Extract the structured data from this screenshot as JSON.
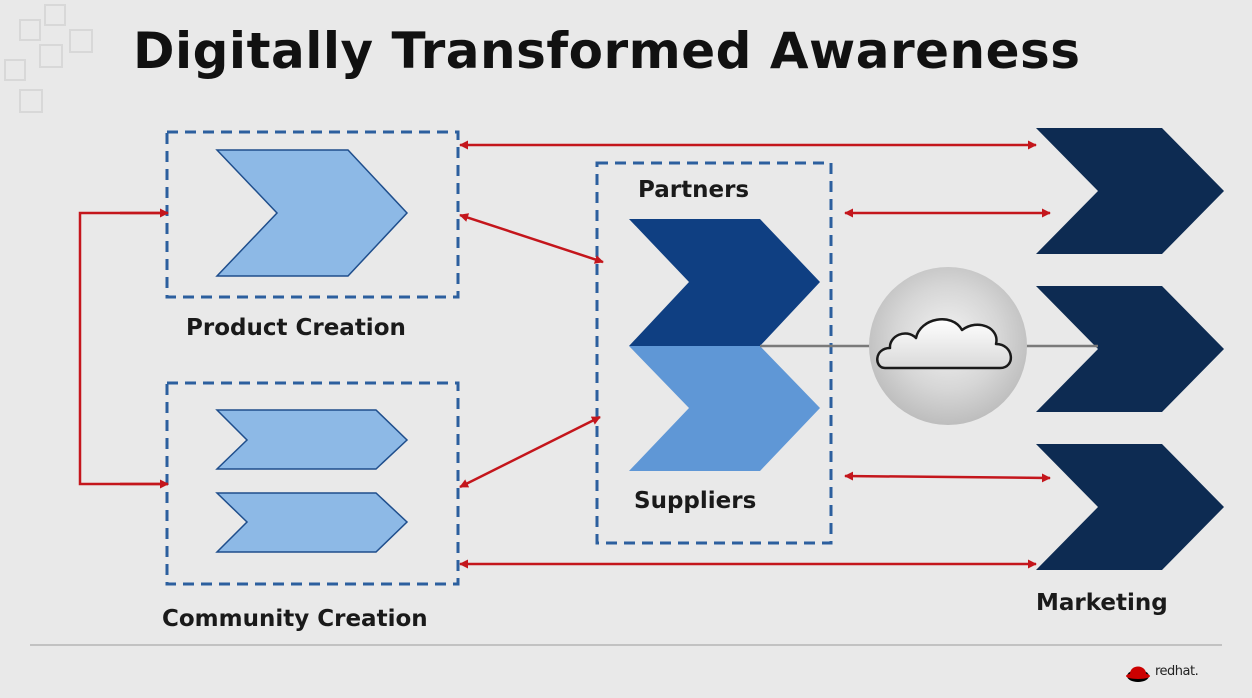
{
  "title": "Digitally Transformed Awareness",
  "labels": {
    "product": "Product Creation",
    "community": "Community Creation",
    "partners": "Partners",
    "suppliers": "Suppliers",
    "marketing": "Marketing"
  },
  "brand": {
    "text": "redhat."
  },
  "colors": {
    "background": "#e9e9e9",
    "light_chevron": "#8db9e6",
    "mid_chevron": "#5f97d6",
    "dark_chevron": "#0f3f82",
    "marketing_chevron": "#0d2b52",
    "arrow": "#c4161c",
    "dashed_box": "#2c5f9e",
    "divider": "#b5b5b5"
  },
  "icons": {
    "cloud": "cloud-icon",
    "logo": "redhat-logo-icon"
  }
}
